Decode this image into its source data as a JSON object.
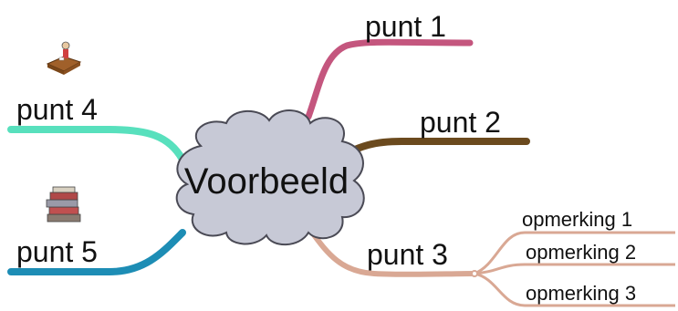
{
  "central_topic": {
    "label": "Voorbeeld",
    "fill_color": "#c7c9d6",
    "outline_color": "#4a4a55"
  },
  "branches": [
    {
      "id": "punt1",
      "label": "punt 1",
      "color": "#c4567e"
    },
    {
      "id": "punt2",
      "label": "punt 2",
      "color": "#6b4a1e"
    },
    {
      "id": "punt3",
      "label": "punt 3",
      "color": "#d9a894",
      "sub_items": [
        {
          "label": "opmerking 1"
        },
        {
          "label": "opmerking 2"
        },
        {
          "label": "opmerking 3"
        }
      ]
    },
    {
      "id": "punt4",
      "label": "punt 4",
      "color": "#58e0bd",
      "icon": "person-at-desk-icon"
    },
    {
      "id": "punt5",
      "label": "punt 5",
      "color": "#1d8db5",
      "icon": "stack-of-books-icon"
    }
  ]
}
